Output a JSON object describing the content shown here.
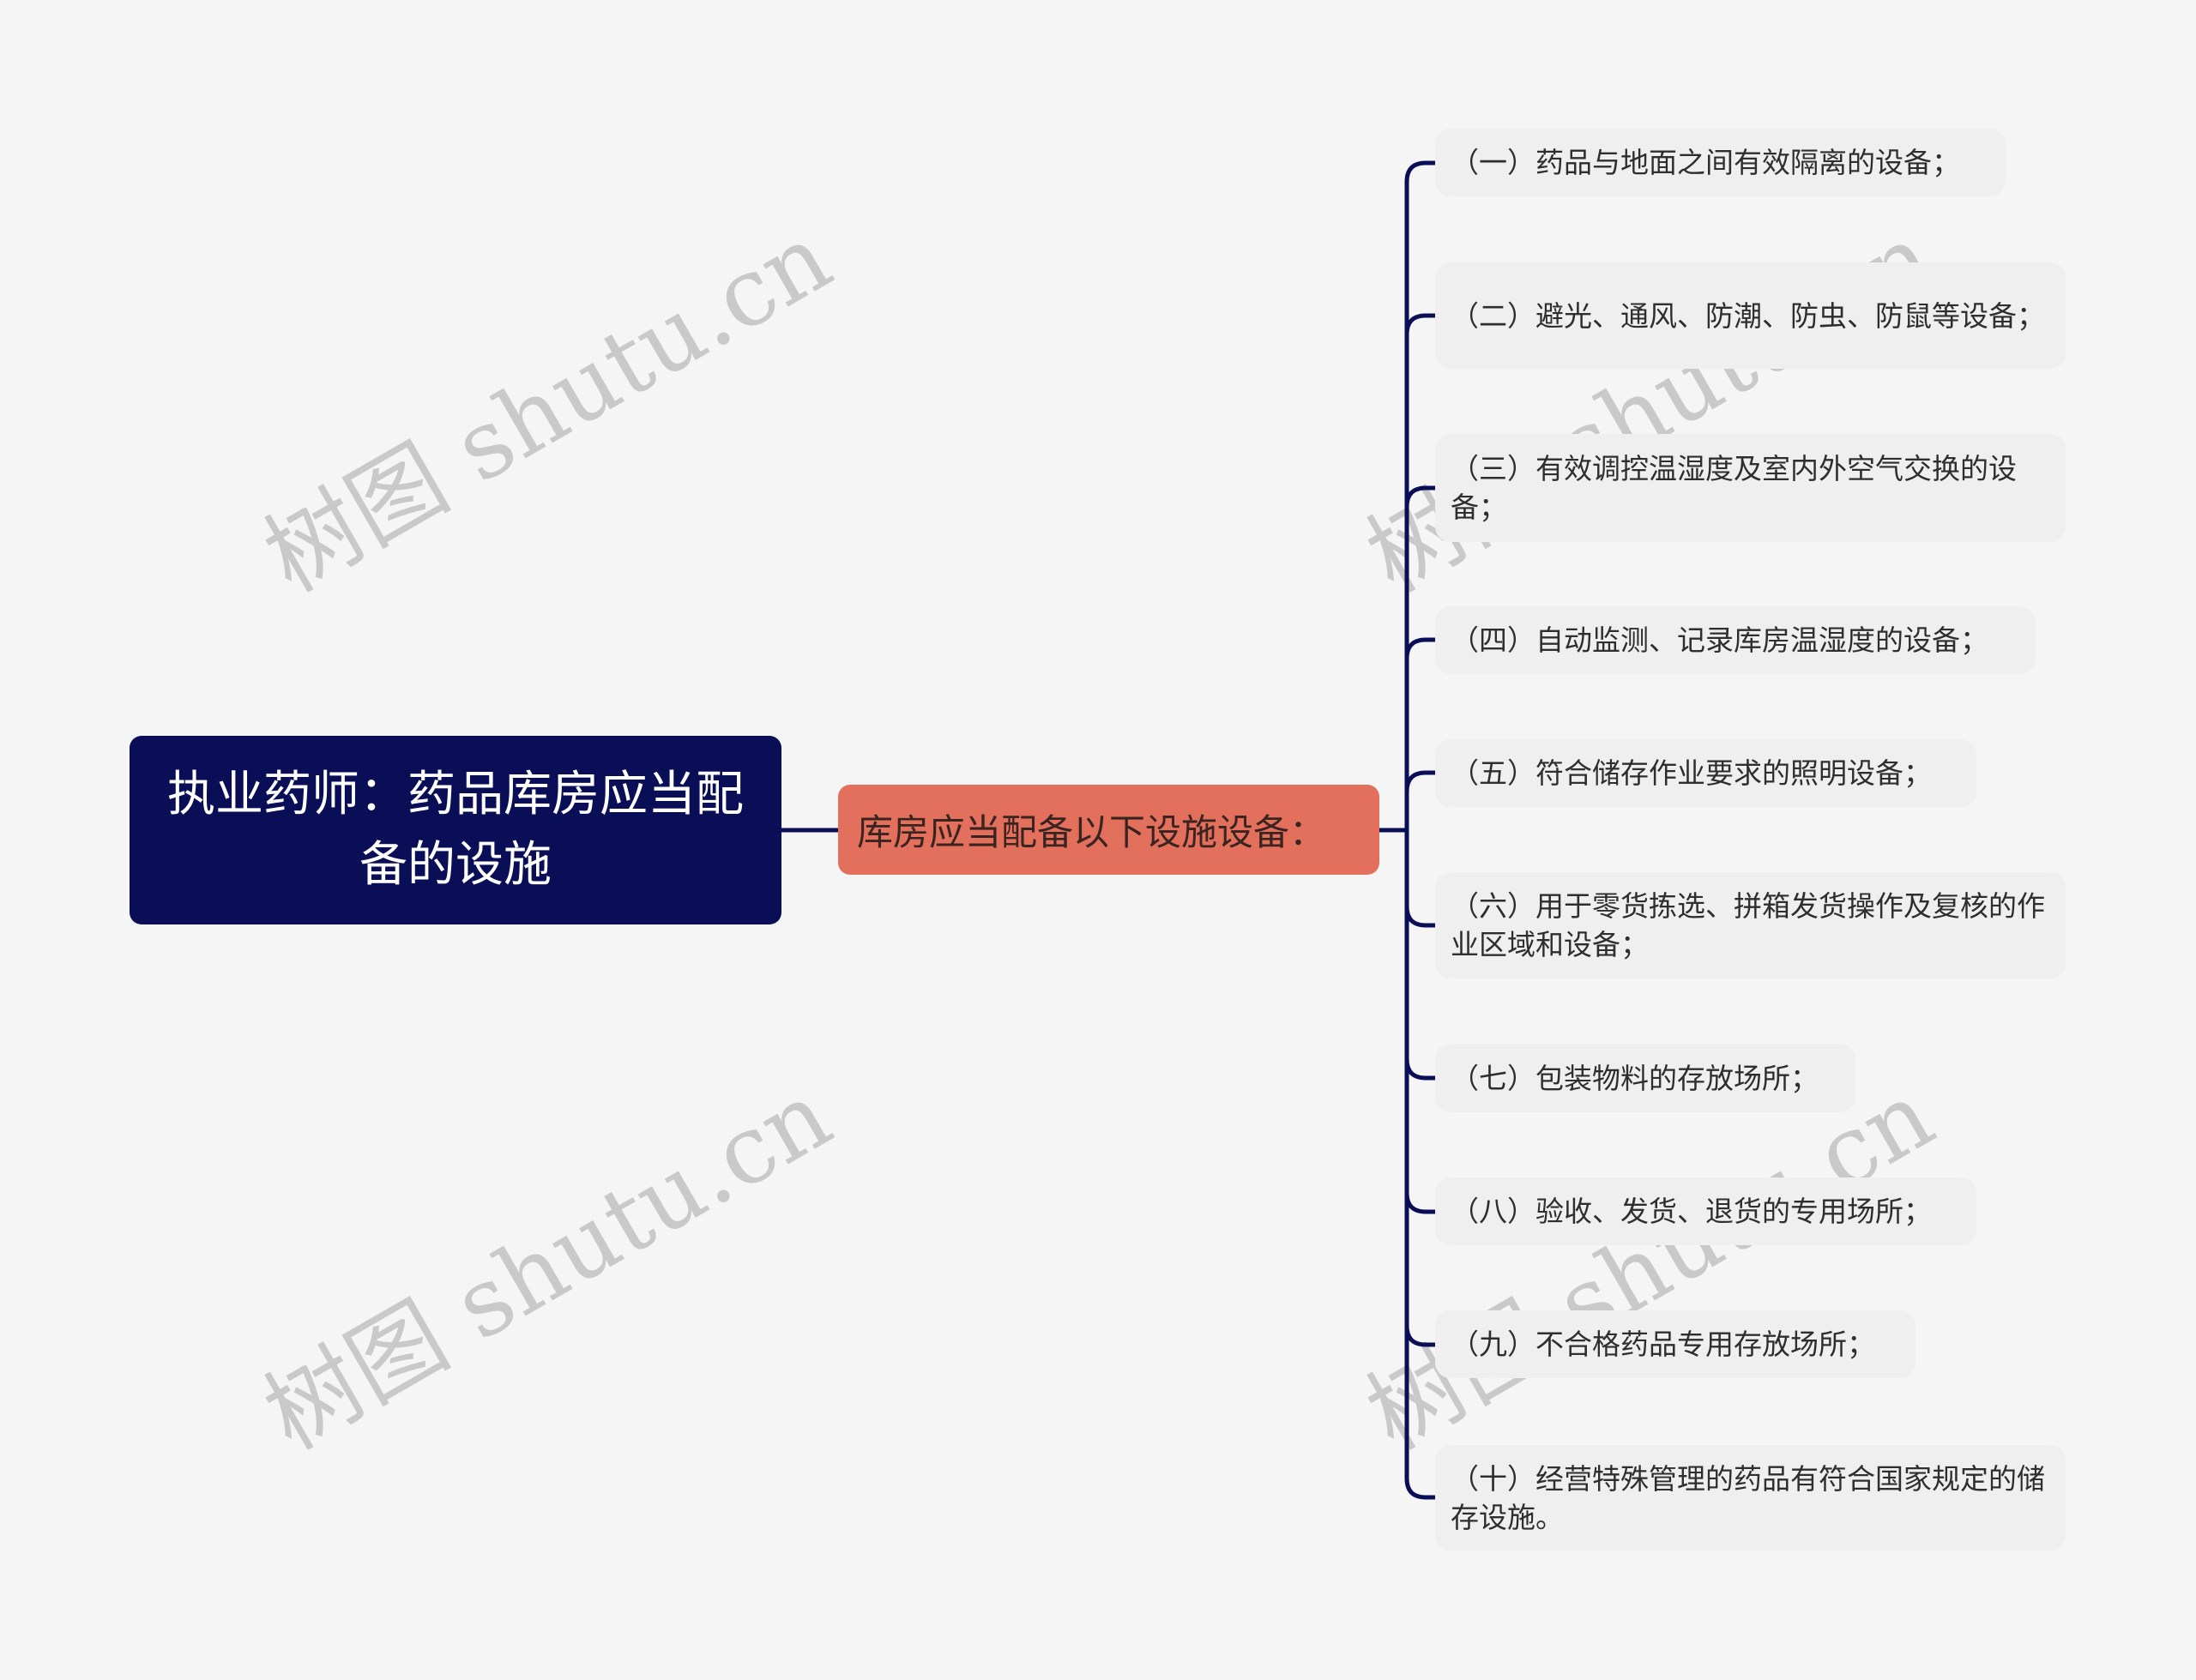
{
  "root": {
    "title": "执业药师：药品库房应当配备的设施"
  },
  "branch": {
    "label": "库房应当配备以下设施设备："
  },
  "leaves": [
    {
      "text": "（一）药品与地面之间有效隔离的设备；"
    },
    {
      "text": "（二）避光、通风、防潮、防虫、防鼠等设备；"
    },
    {
      "text": "（三）有效调控温湿度及室内外空气交换的设备；"
    },
    {
      "text": "（四）自动监测、记录库房温湿度的设备；"
    },
    {
      "text": "（五）符合储存作业要求的照明设备；"
    },
    {
      "text": "（六）用于零货拣选、拼箱发货操作及复核的作业区域和设备；"
    },
    {
      "text": "（七）包装物料的存放场所；"
    },
    {
      "text": "（八）验收、发货、退货的专用场所；"
    },
    {
      "text": "（九）不合格药品专用存放场所；"
    },
    {
      "text": "（十）经营特殊管理的药品有符合国家规定的储存设施。"
    }
  ],
  "watermark": {
    "text": "树图 shutu.cn"
  },
  "colors": {
    "background": "#f5f5f5",
    "root_bg": "#0a0e57",
    "branch_bg": "#e2705c",
    "leaf_bg": "#efefef",
    "connector": "#0a0e57"
  }
}
